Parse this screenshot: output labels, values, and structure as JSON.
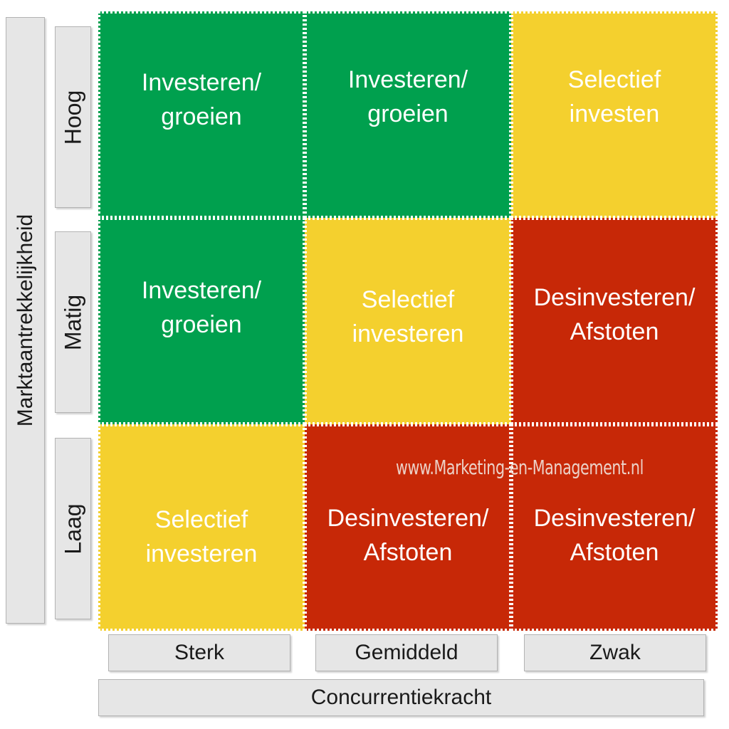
{
  "y_axis": {
    "title": "Marktaantrekkelijkheid",
    "levels": [
      "Hoog",
      "Matig",
      "Laag"
    ]
  },
  "x_axis": {
    "title": "Concurrentiekracht",
    "levels": [
      "Sterk",
      "Gemiddeld",
      "Zwak"
    ]
  },
  "cells": [
    {
      "line1": "Investeren/",
      "line2": "groeien",
      "color": "#00a04e"
    },
    {
      "line1": "Investeren/",
      "line2": "groeien",
      "color": "#00a04e"
    },
    {
      "line1": "Selectief",
      "line2": "investen",
      "color": "#f4d02e"
    },
    {
      "line1": "Investeren/",
      "line2": "groeien",
      "color": "#00a04e"
    },
    {
      "line1": "Selectief",
      "line2": "investeren",
      "color": "#f4d02e"
    },
    {
      "line1": "Desinvesteren/",
      "line2": "Afstoten",
      "color": "#c72807"
    },
    {
      "line1": "Selectief",
      "line2": "investeren",
      "color": "#f4d02e"
    },
    {
      "line1": "Desinvesteren/",
      "line2": "Afstoten",
      "color": "#c72807"
    },
    {
      "line1": "Desinvesteren/",
      "line2": "Afstoten",
      "color": "#c72807"
    }
  ],
  "watermark": "www.Marketing-en-Management.nl"
}
